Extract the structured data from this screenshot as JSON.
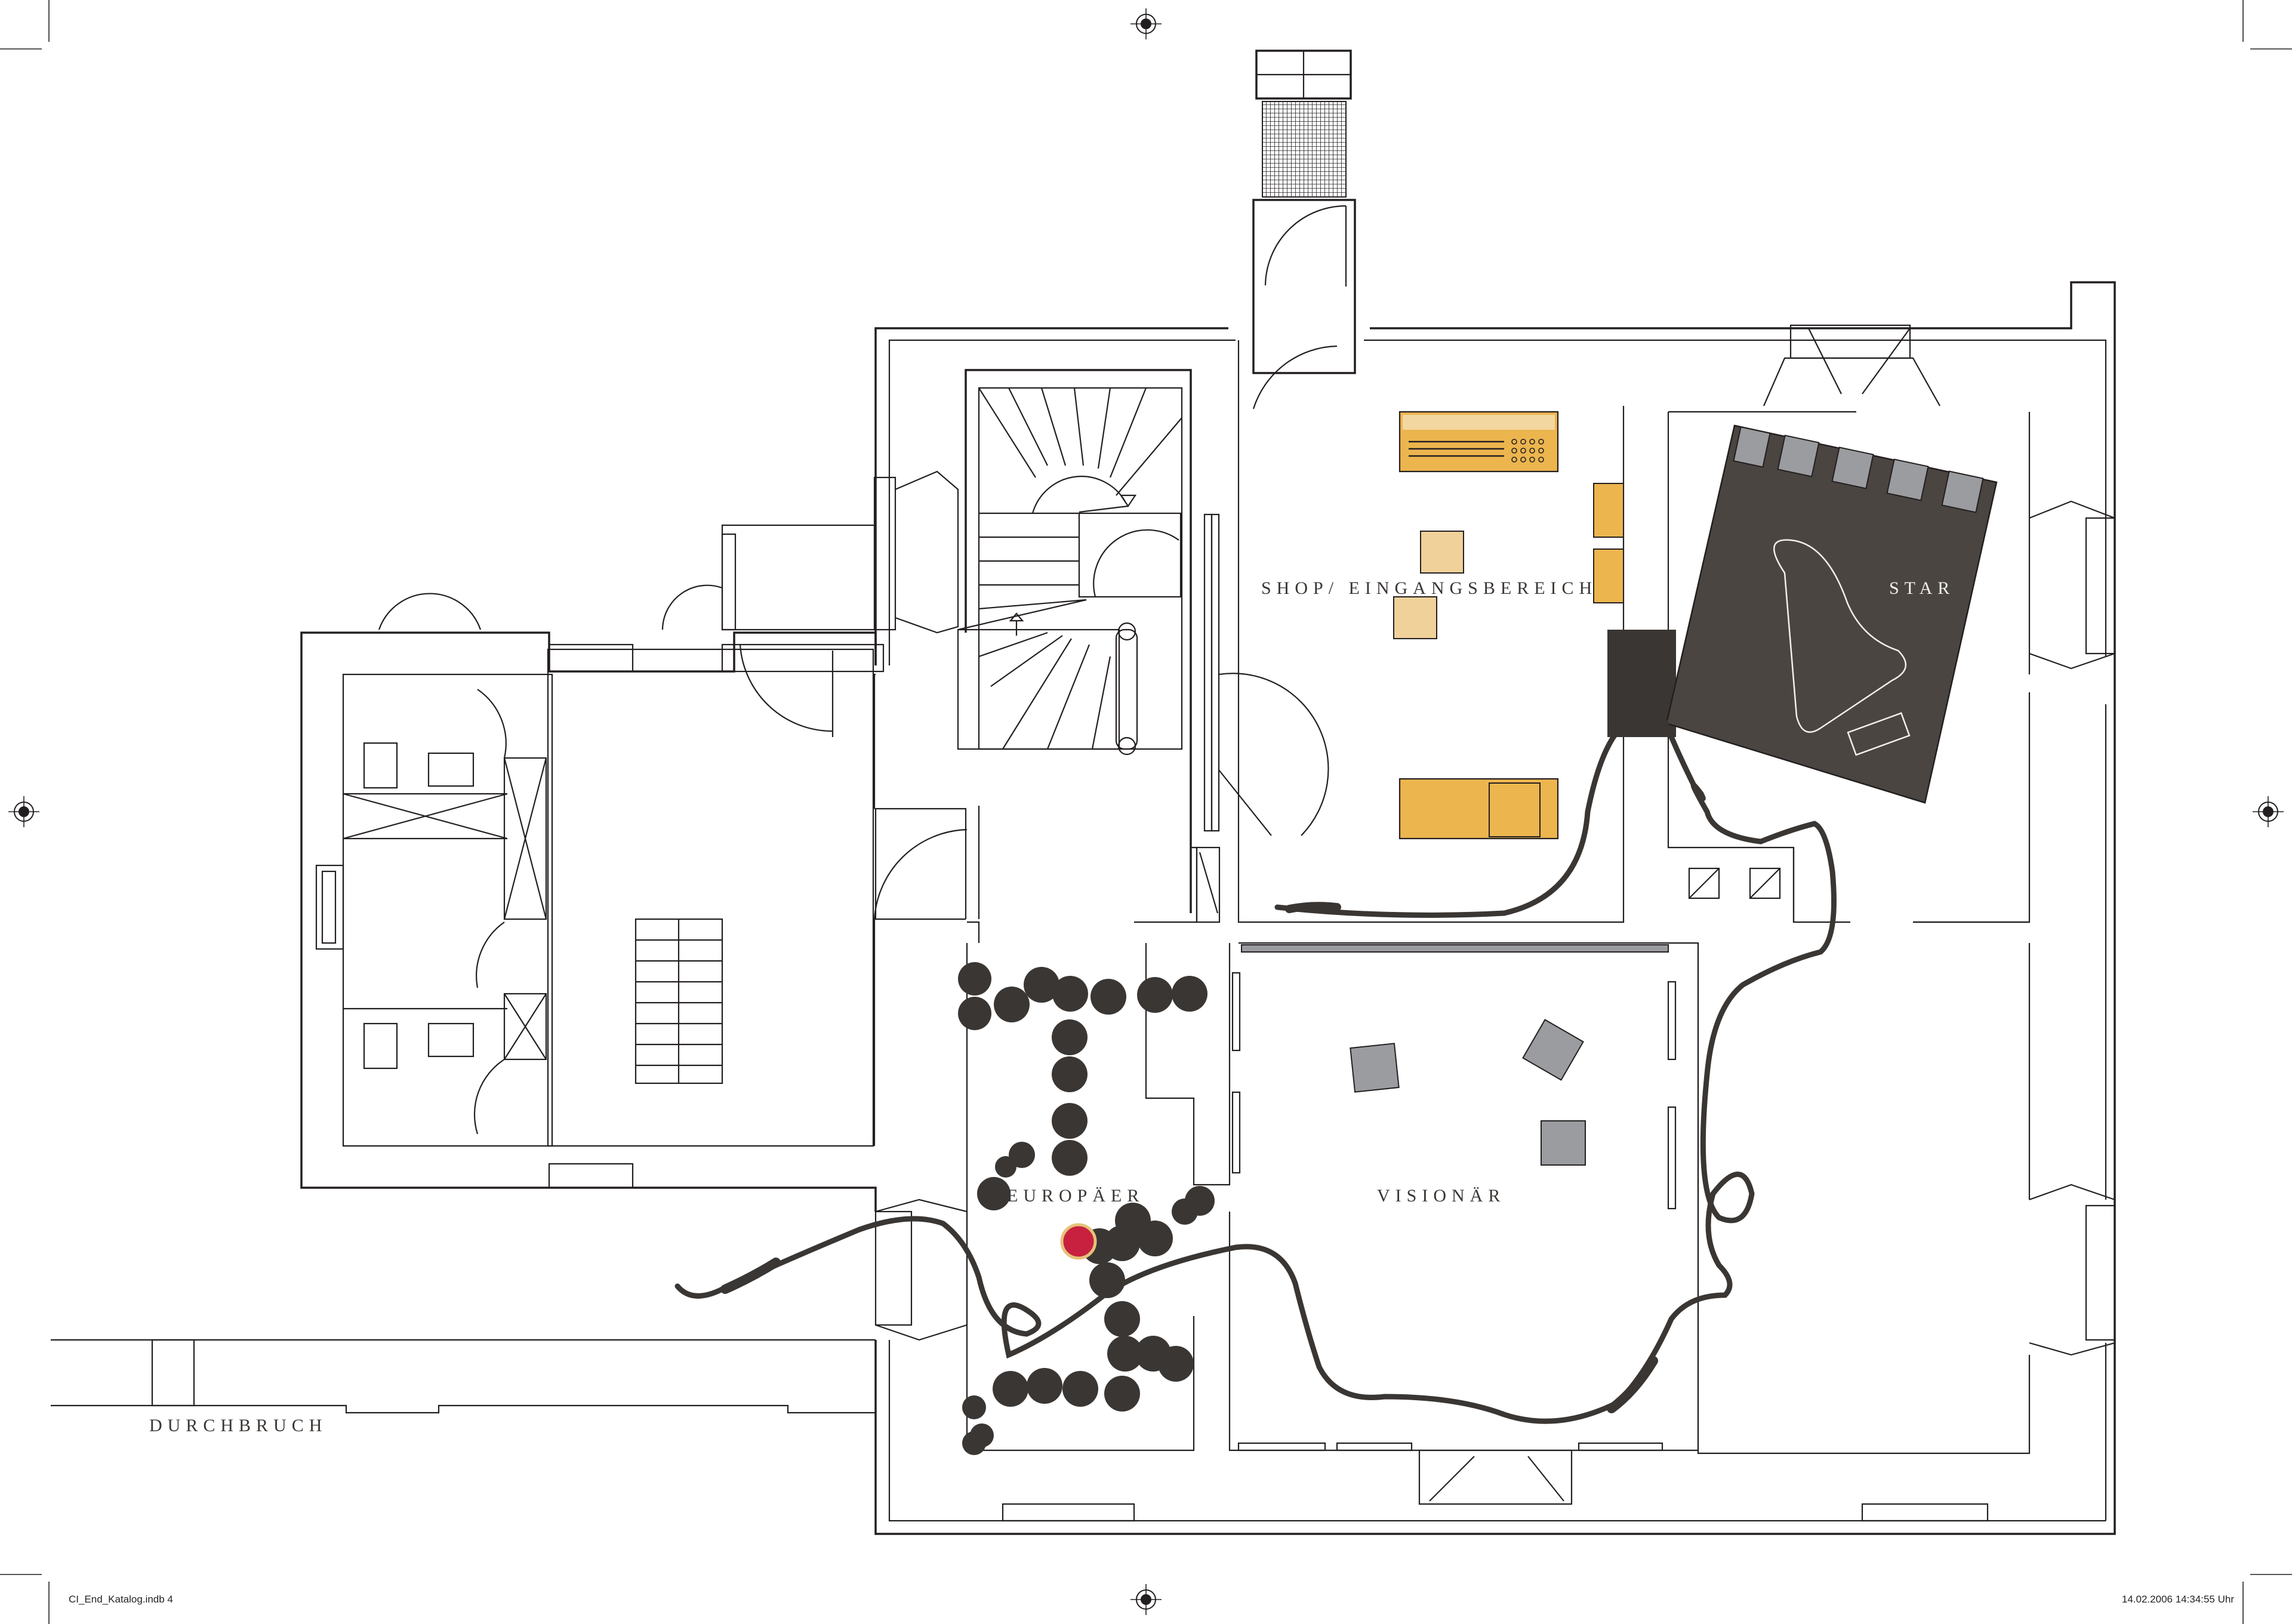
{
  "plan": {
    "rooms": {
      "shop": "SHOP/ EINGANGSBEREICH",
      "star": "STAR",
      "europaeer": "EUROPÄER",
      "visionaer": "VISIONÄR",
      "durchbruch": "DURCHBRUCH"
    },
    "footer": {
      "file": "CI_End_Katalog.indb   4",
      "timestamp": "14.02.2006   14:34:55 Uhr"
    },
    "colors": {
      "line": "#231f20",
      "star_fill": "#4a4541",
      "display_case": "#ecb54e",
      "display_case_light": "#f3d7a0",
      "plinth": "#f0d19a",
      "grey_box": "#9a9c9f",
      "dark_dot": "#3a3633",
      "accent_dot": "#c8203f",
      "ribbon": "#3a3633"
    },
    "icons": {
      "registration_mark": "registration-mark-icon",
      "piano": "grand-piano-icon",
      "staircase": "spiral-staircase-icon"
    }
  }
}
